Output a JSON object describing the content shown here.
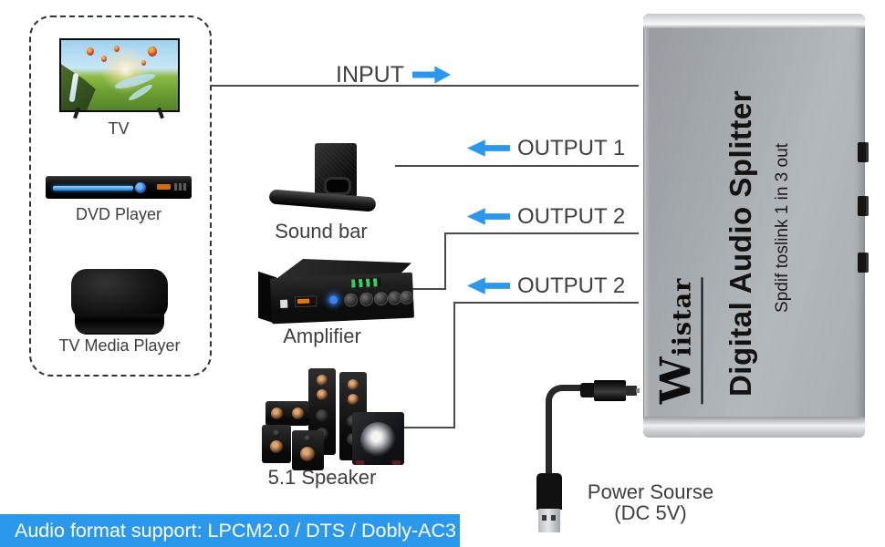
{
  "colors": {
    "accent_blue": "#2b98ec",
    "line_gray": "#4a4a4a",
    "label_gray": "#3e3e3e",
    "splitter_silver": "#a6abaf"
  },
  "source_panel": {
    "items": [
      {
        "name": "tv",
        "label": "TV"
      },
      {
        "name": "dvd-player",
        "label": "DVD Player"
      },
      {
        "name": "tv-media-player",
        "label": "TV Media Player"
      }
    ]
  },
  "flow": {
    "input_label": "INPUT",
    "outputs": [
      {
        "label": "OUTPUT 1"
      },
      {
        "label": "OUTPUT 2"
      },
      {
        "label": "OUTPUT 2"
      }
    ]
  },
  "sinks": {
    "soundbar_label": "Sound bar",
    "amplifier_label": "Amplifier",
    "speaker_label": "5.1 Speaker"
  },
  "splitter": {
    "brand": "Wiistar",
    "title": "Digital Audio Splitter",
    "subtitle": "Spdif toslink 1 in 3 out"
  },
  "power": {
    "line1": "Power Sourse",
    "line2": "(DC 5V)"
  },
  "footer": {
    "text": "Audio format support: LPCM2.0 / DTS / Dobly-AC3"
  }
}
